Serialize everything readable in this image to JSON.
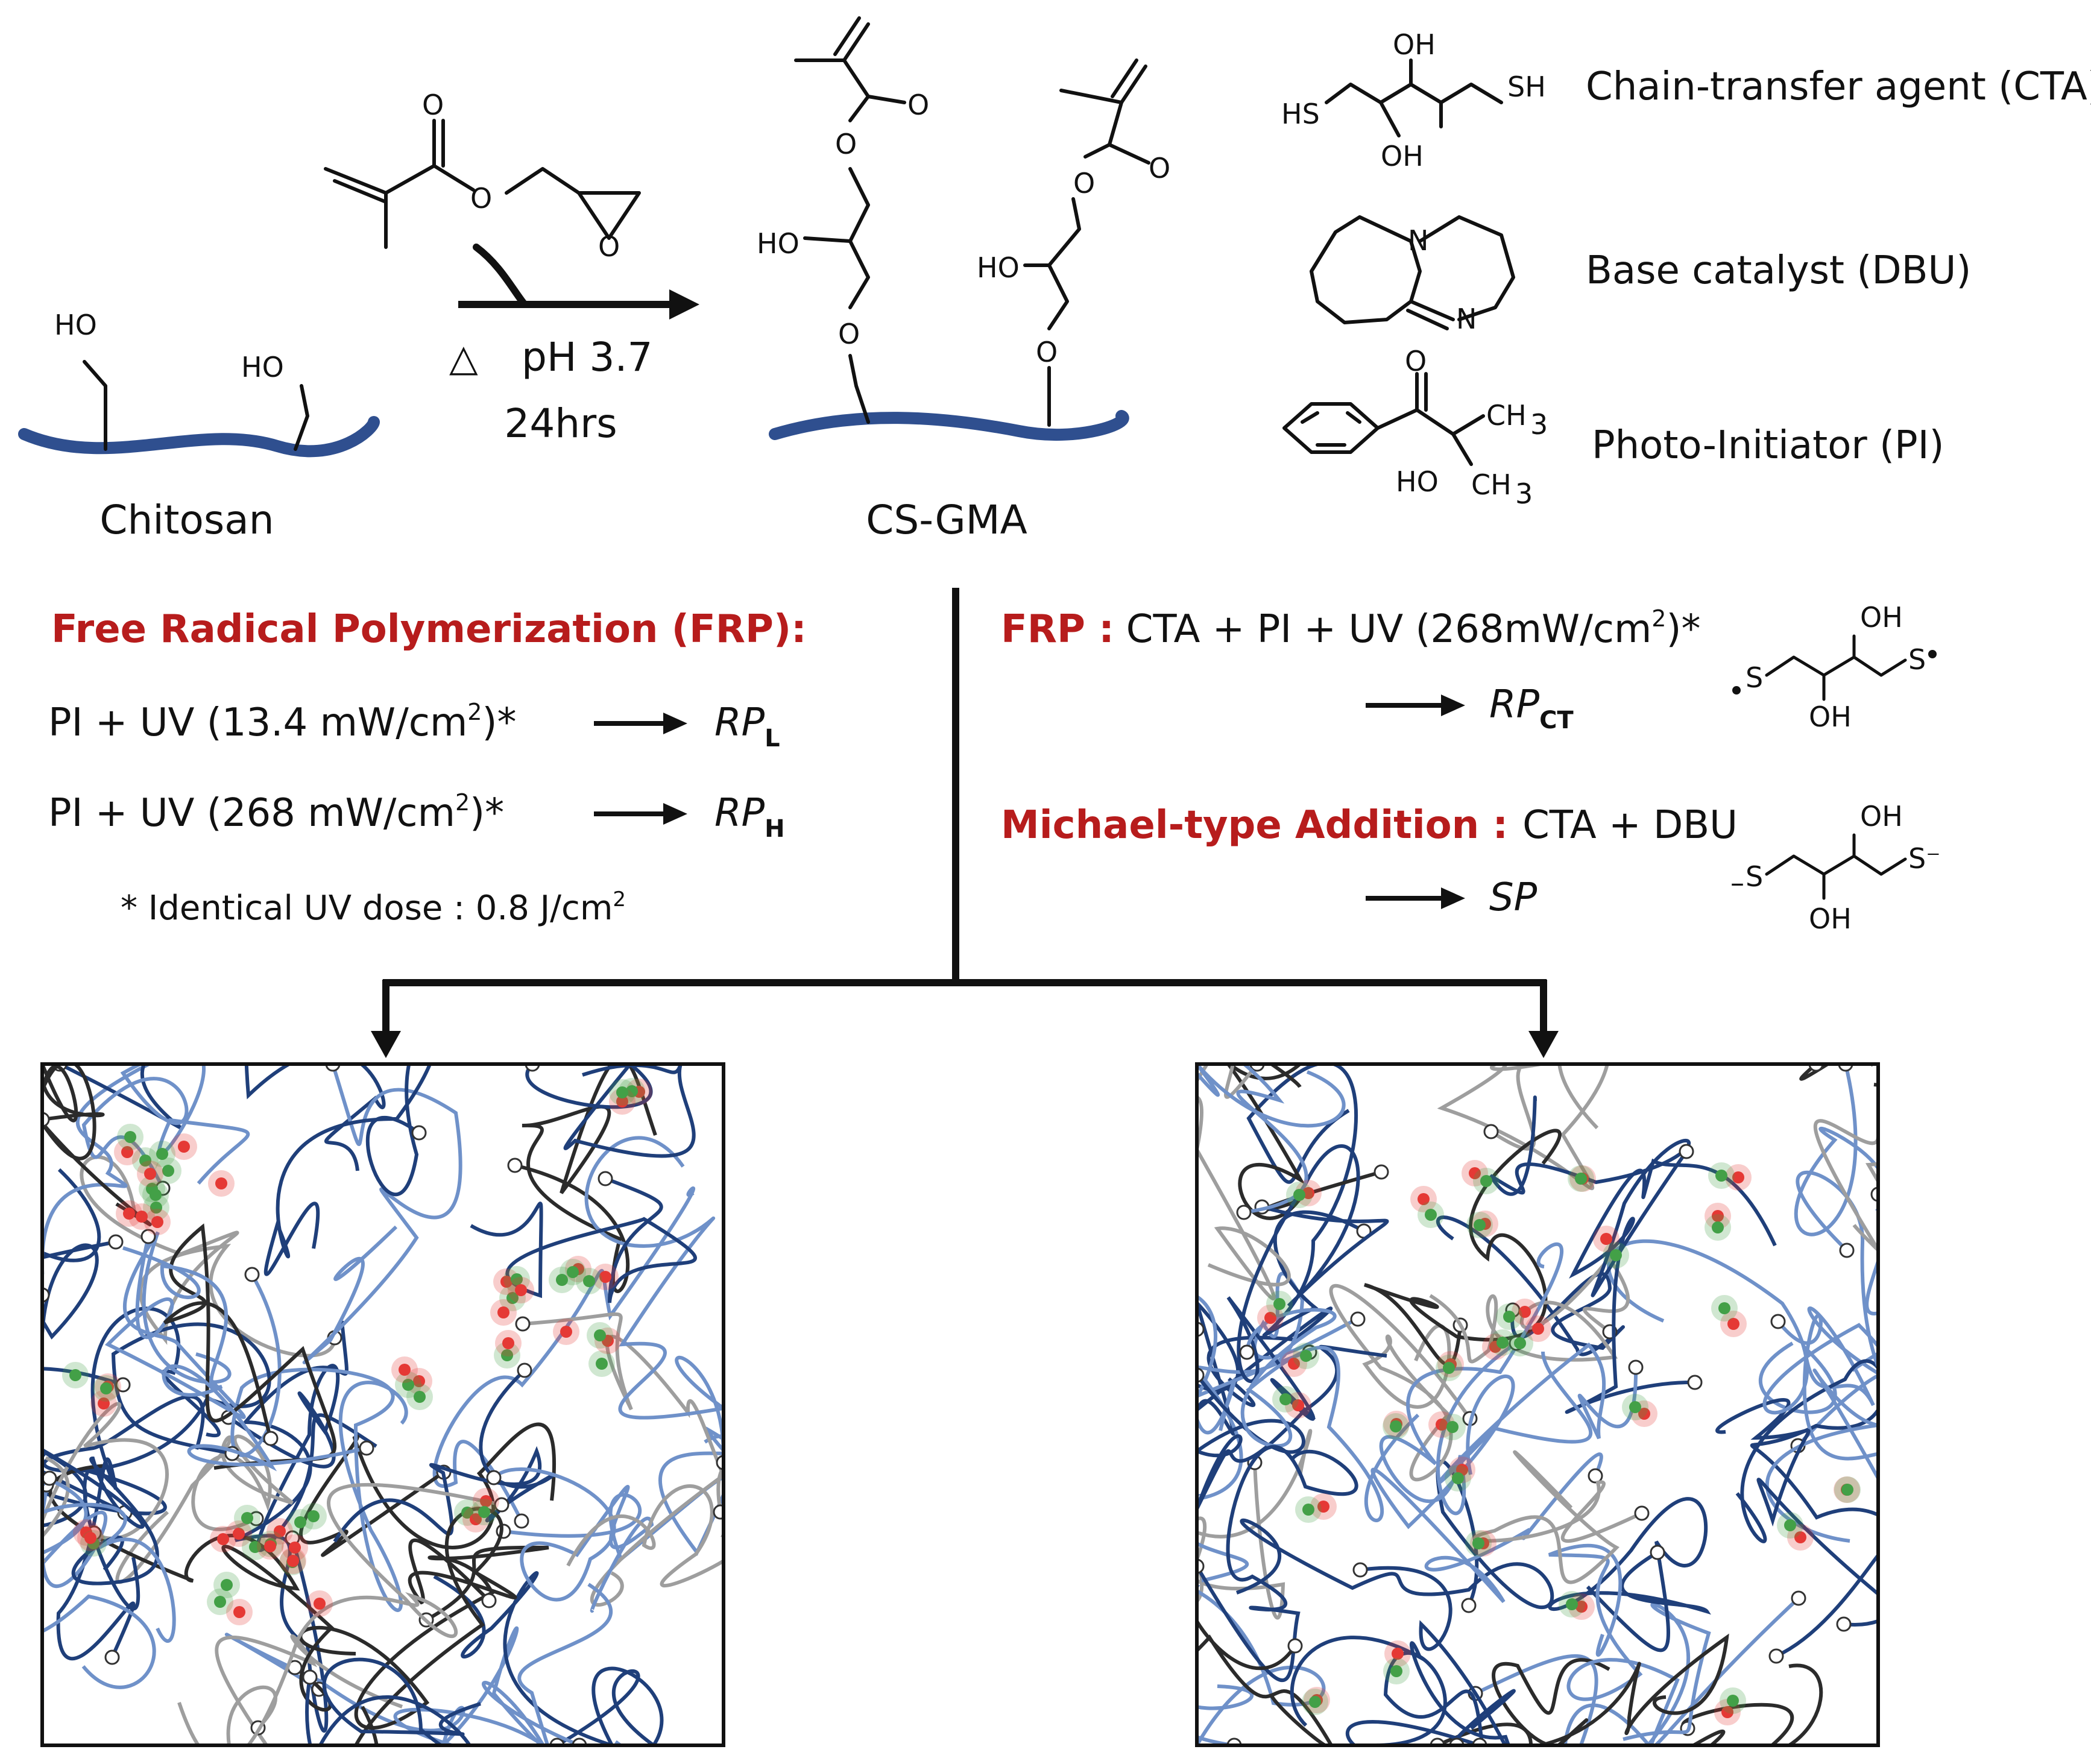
{
  "scheme": {
    "chitosan_label": "Chitosan",
    "product_label": "CS-GMA",
    "condition_heat": "△",
    "condition_ph": "pH 3.7",
    "condition_time": "24hrs",
    "ho": "HO",
    "oh": "OH",
    "o": "O",
    "sh": "SH",
    "hs": "HS",
    "n": "N",
    "ch3": "CH",
    "three": "3",
    "s": "S",
    "s_minus": "S⁻",
    "minus": "–"
  },
  "reagents": [
    {
      "label": "Chain-transfer agent (CTA)"
    },
    {
      "label": "Base catalyst (DBU)"
    },
    {
      "label": "Photo-Initiator (PI)"
    }
  ],
  "left_panel": {
    "heading": "Free Radical Polymerization (FRP):",
    "line1_text": "PI + UV (13.4 mW/cm",
    "line1_end": ")*",
    "line1_product": "RP",
    "line1_sub": "L",
    "line2_text": "PI + UV (268 mW/cm",
    "line2_end": ")*",
    "line2_product": "RP",
    "line2_sub": "H",
    "sup": "2",
    "footnote": "* Identical UV dose : 0.8 J/cm",
    "footnote_sup": "2"
  },
  "right_panel": {
    "frp_label": "FRP :",
    "frp_text": "CTA + PI + UV (268mW/cm",
    "frp_end": ")*",
    "frp_sup": "2",
    "frp_product": "RP",
    "frp_sub": "CT",
    "michael_label": "Michael-type  Addition :",
    "michael_text": "CTA + DBU",
    "michael_product": "SP"
  },
  "colors": {
    "chitosan_backbone": "#2f4f8f",
    "heading_red": "#b71c1c",
    "crosslink_red": "#e53935",
    "crosslink_green": "#43a047",
    "chain_navy": "#1f3f7a",
    "chain_blue": "#6f91c9",
    "chain_gray": "#9e9e9e",
    "chain_dark": "#2b2b2b"
  }
}
